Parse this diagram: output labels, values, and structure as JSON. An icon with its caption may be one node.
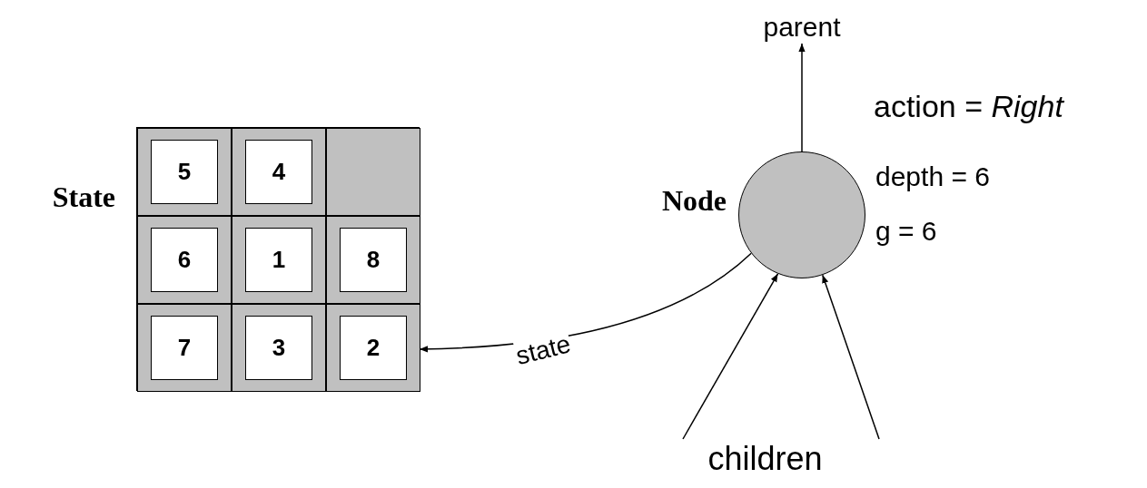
{
  "diagram": {
    "nodes": [
      {
        "text": [
          "State"
        ]
      },
      {
        "text": [
          "5"
        ],
        "in": 0
      },
      {
        "text": [
          "4"
        ],
        "in": 0
      },
      {
        "text": [],
        "shape": "box",
        "in": 0
      },
      {
        "text": [
          "6"
        ],
        "in": 0
      },
      {
        "text": [
          "1"
        ],
        "in": 0
      },
      {
        "text": [
          "8"
        ],
        "in": 0
      },
      {
        "text": [
          "7"
        ],
        "in": 0
      },
      {
        "text": [
          "3"
        ],
        "in": 0
      },
      {
        "text": [
          "2"
        ],
        "in": 0
      },
      {
        "text": [
          "Node"
        ],
        "beside": [
          "action = *Right*",
          "depth = 6",
          "g = 6"
        ]
      },
      {
        "text": [
          "parent"
        ]
      },
      {
        "text": [
          "children"
        ]
      }
    ],
    "edges": [
      {
        "from": 10,
        "to": 11,
        "arrow": "to"
      },
      {
        "from": 10,
        "to": 0,
        "arrow": "to",
        "label": "state"
      },
      {
        "from": 12,
        "to": 10,
        "arrow": "to"
      },
      {
        "from": 12,
        "to": 10,
        "arrow": "to"
      }
    ]
  }
}
